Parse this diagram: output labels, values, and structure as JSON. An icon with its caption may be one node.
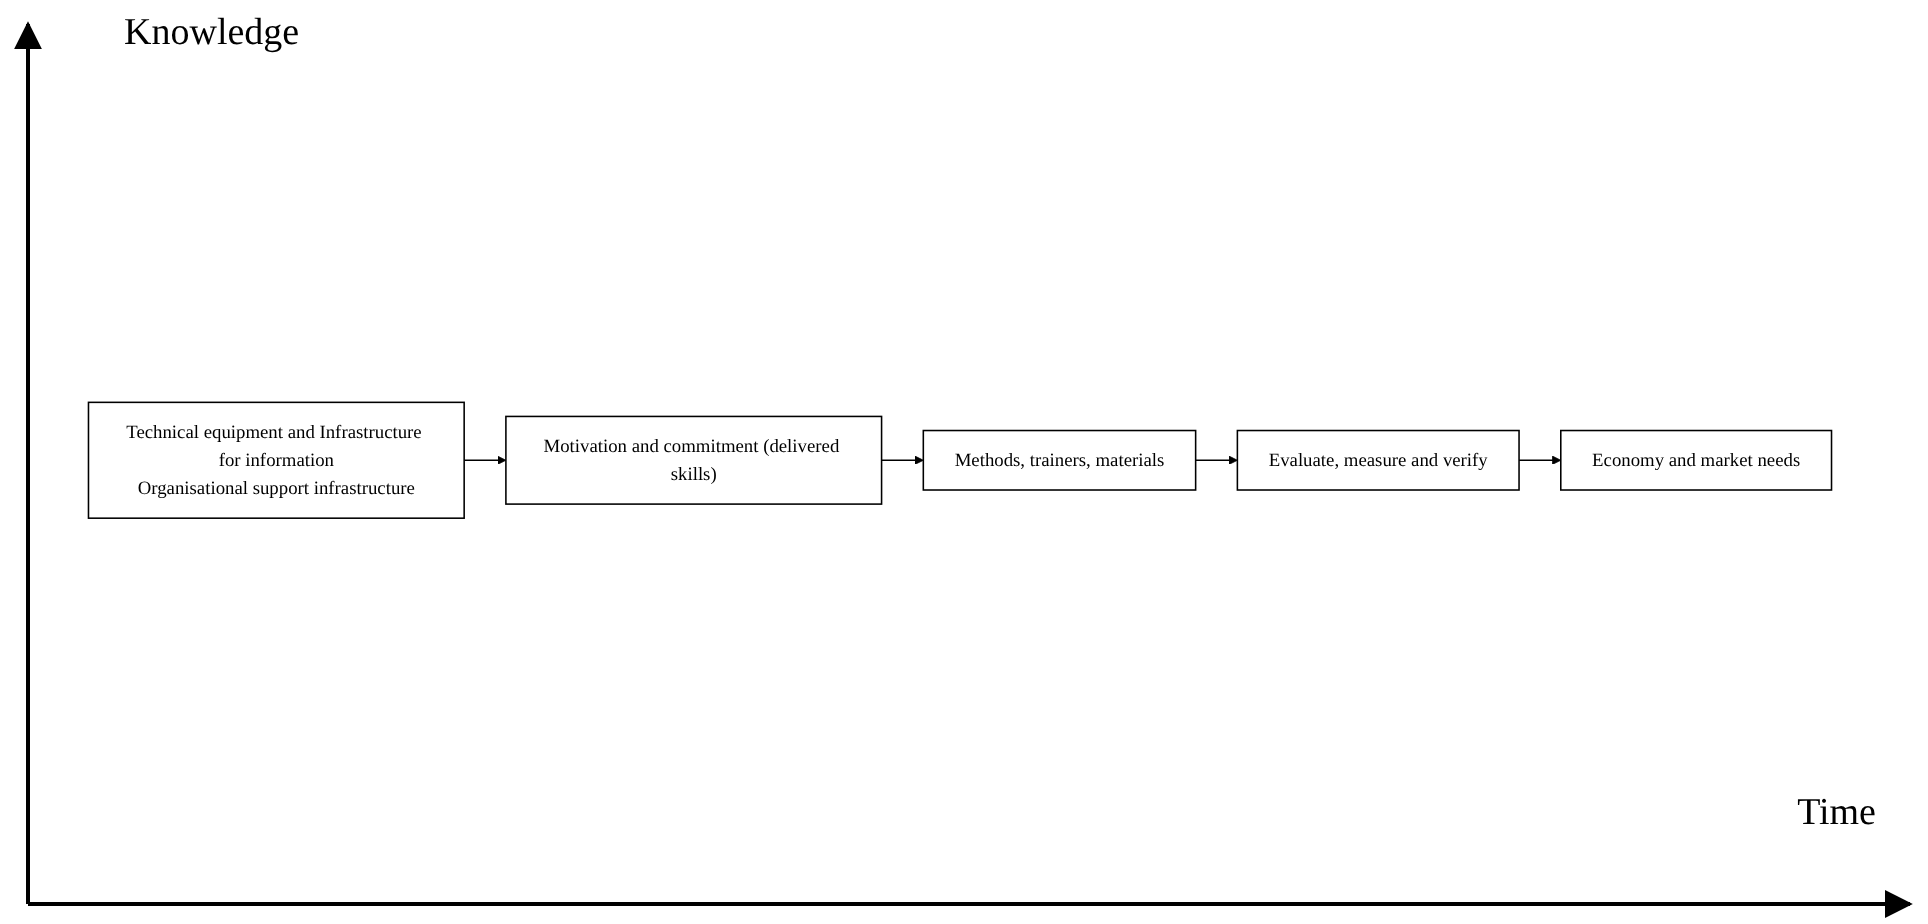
{
  "diagram": {
    "nodes": [
      {
        "text": [
          "Technical equipment and Infrastructure for information",
          "Organisational support infrastructure"
        ]
      },
      {
        "text": [
          "Motivation and commitment (delivered skills)"
        ]
      },
      {
        "text": [
          "Methods, trainers, materials"
        ]
      },
      {
        "text": [
          "Evaluate, measure and verify"
        ]
      },
      {
        "text": [
          "Economy and market needs"
        ]
      }
    ],
    "edges": [
      {
        "from": 0,
        "to": 1,
        "arrow": "to"
      },
      {
        "from": 1,
        "to": 2,
        "arrow": "to"
      },
      {
        "from": 2,
        "to": 3,
        "arrow": "to"
      },
      {
        "from": 3,
        "to": 4,
        "arrow": "to"
      }
    ],
    "labels": [
      "Knowledge",
      "Time"
    ]
  }
}
